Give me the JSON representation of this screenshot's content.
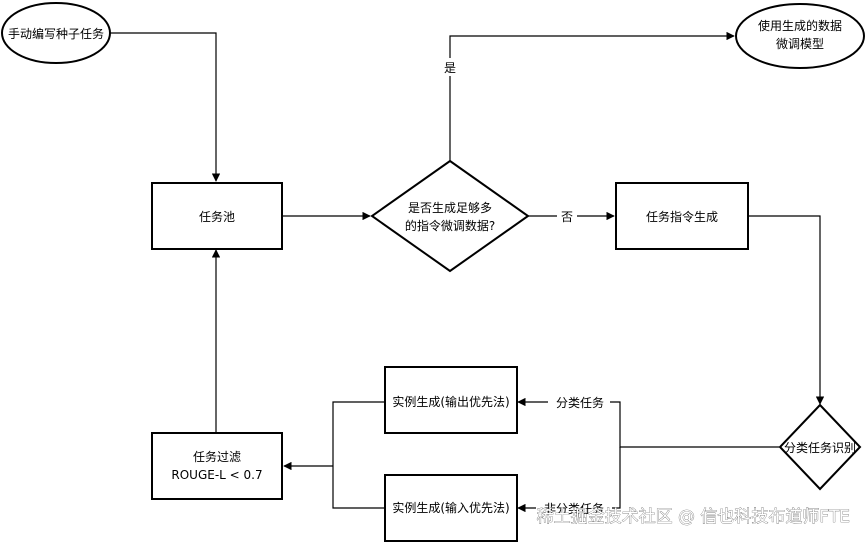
{
  "nodes": {
    "seed": "手动编写种子任务",
    "finetune": [
      "使用生成的数据",
      "微调模型"
    ],
    "pool": "任务池",
    "decision": [
      "是否生成足够多",
      "的指令微调数据?"
    ],
    "instr_gen": "任务指令生成",
    "classify": "分类任务识别",
    "gen_output_first": "实例生成(输出优先法)",
    "gen_input_first": "实例生成(输入优先法)",
    "filter": [
      "任务过滤",
      "ROUGE-L < 0.7"
    ]
  },
  "edges": {
    "yes": "是",
    "no": "否",
    "classification": "分类任务",
    "non_classification": "非分类任务"
  },
  "watermark": "稀土掘金技术社区 @ 信也科技布道师FTE"
}
